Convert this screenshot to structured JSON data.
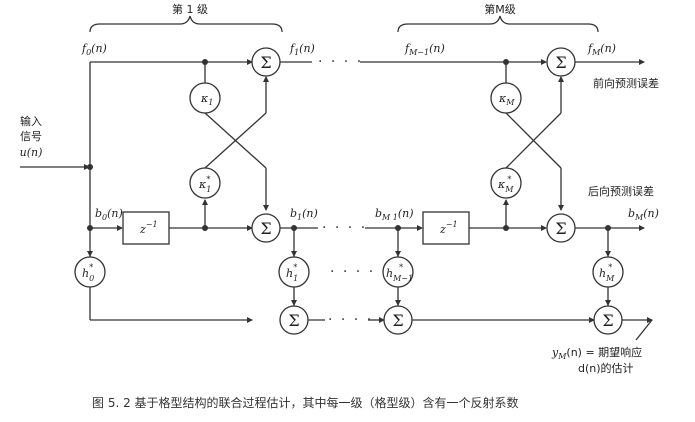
{
  "stage_labels": {
    "first": "第 1 级",
    "last": "第M级"
  },
  "input": {
    "line1": "输入",
    "line2": "信号",
    "signal": "u(n)"
  },
  "signals": {
    "f0": "f",
    "f0_sub": "0",
    "f0_arg": "(n)",
    "f1": "f",
    "f1_sub": "1",
    "f1_arg": "(n)",
    "fM1": "f",
    "fM1_sub": "M−1",
    "fM1_arg": "(n)",
    "fM": "f",
    "fM_sub": "M",
    "fM_arg": "(n)",
    "b0": "b",
    "b0_sub": "0",
    "b0_arg": "(n)",
    "b1": "b",
    "b1_sub": "1",
    "b1_arg": "(n)",
    "bM1": "b",
    "bM1_sub": "M  1",
    "bM1_arg": "(n)",
    "bM": "b",
    "bM_sub": "M",
    "bM_arg": "(n)"
  },
  "annotations": {
    "forward_error": "前向预测误差",
    "backward_error": "后向预测误差",
    "output_line1": "y",
    "output_line1_sub": "M",
    "output_line1_rest": "(n) = 期望响应",
    "output_line2": "d(n)的估计"
  },
  "coefficients": {
    "k1": "κ",
    "k1_sub": "1",
    "k1c": "κ",
    "k1c_sub": "1",
    "k1c_sup": "*",
    "kM": "κ",
    "kM_sub": "M",
    "kMc": "κ",
    "kMc_sub": "M",
    "kMc_sup": "*",
    "h0": "h",
    "h0_sub": "0",
    "h0_sup": "*",
    "h1": "h",
    "h1_sub": "1",
    "h1_sup": "*",
    "hM1": "h",
    "hM1_sub": "M−1",
    "hM1_sup": "*",
    "hM": "h",
    "hM_sub": "M",
    "hM_sup": "*"
  },
  "blocks": {
    "delay": "z",
    "delay_sup": "−1",
    "sum": "Σ"
  },
  "ellipsis": "· · · ·",
  "caption": "图 5. 2   基于格型结构的联合过程估计，其中每一级（格型级）含有一个反射系数"
}
